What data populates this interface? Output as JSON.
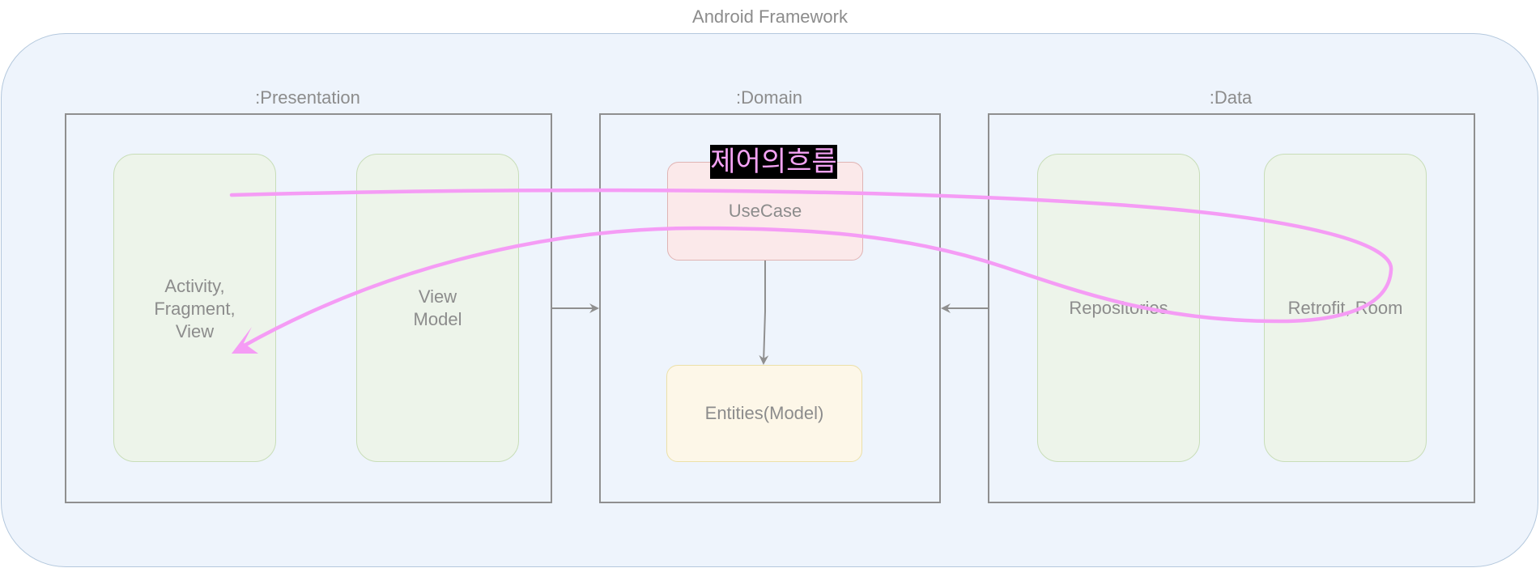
{
  "framework": {
    "title": "Android Framework"
  },
  "layers": {
    "presentation": {
      "title": ":Presentation",
      "components": [
        "Activity,\nFragment,\nView",
        "View\nModel"
      ]
    },
    "domain": {
      "title": ":Domain",
      "usecase": "UseCase",
      "entities": "Entities(Model)"
    },
    "data": {
      "title": ":Data",
      "components": [
        "Repositories",
        "Retrofit, Room"
      ]
    }
  },
  "flow": {
    "label": "제어의흐름",
    "color": "#f59cf5"
  },
  "colors": {
    "framework_bg": "#eef4fc",
    "green_box": "#edf4ea",
    "usecase_box": "#fbe9ea",
    "entities_box": "#fdf7e8",
    "label_text": "#8c8c8c"
  }
}
